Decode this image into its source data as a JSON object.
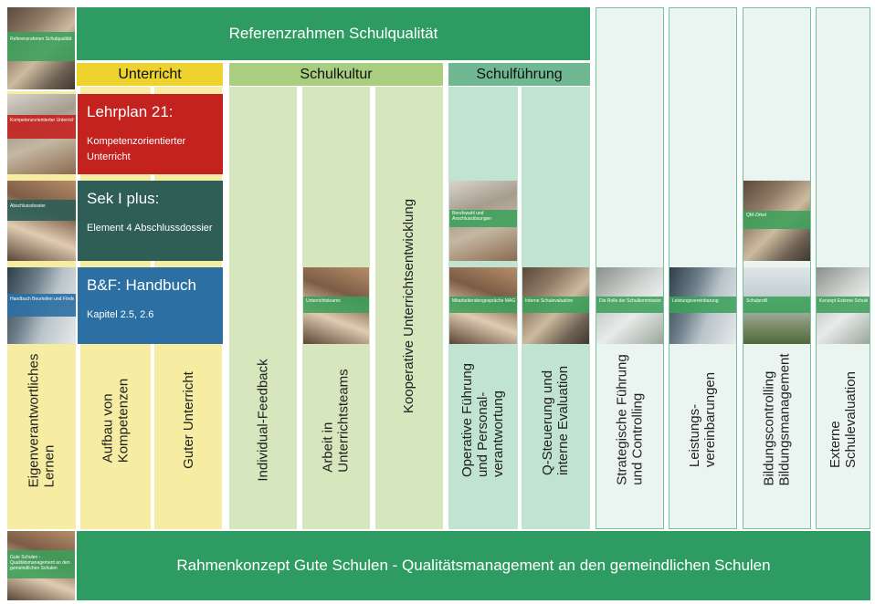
{
  "top_banner": "Referenzrahmen Schulqualität",
  "bottom_banner": "Rahmenkonzept Gute Schulen - Qualitätsmanagement an den gemeindlichen Schulen",
  "groups": {
    "unterricht": "Unterricht",
    "schulkultur": "Schulkultur",
    "schulfuehrung": "Schulführung"
  },
  "columns": [
    {
      "label": "Eigenverantwortliches\nLernen"
    },
    {
      "label": "Aufbau von\nKompetenzen"
    },
    {
      "label": "Guter Unterricht"
    },
    {
      "label": "Individual-Feedback"
    },
    {
      "label": "Arbeit in\nUnterrichtsteams"
    },
    {
      "label": "Kooperative Unterrichtsentwicklung"
    },
    {
      "label": "Operative Führung\nund Personal-\nverantwortung"
    },
    {
      "label": "Q-Steuerung und\ninterne Evaluation"
    },
    {
      "label": "Strategische Führung\nund Controlling"
    },
    {
      "label": "Leistungs-\nvereinbarungen"
    },
    {
      "label": "Bildungscontrolling\nBildungsmanagement"
    },
    {
      "label": "Externe\nSchulevaluation"
    }
  ],
  "documents": [
    {
      "title": "Lehrplan 21:",
      "subtitle": "Kompetenzorientierter Unterricht",
      "thumb_text": "Kompetenzorientierter Unterricht",
      "color": "#c4221f"
    },
    {
      "title": "Sek I plus:",
      "subtitle": "Element 4 Abschlussdossier",
      "thumb_text": "Abschlussdossier",
      "color": "#2e5e55"
    },
    {
      "title": "B&F: Handbuch",
      "subtitle": "Kapitel 2.5, 2.6",
      "thumb_text": "Handbuch Beurteilen und Fördern B&F",
      "color": "#2b6fa3"
    }
  ],
  "thumbnails": {
    "top_left": "Referenzrahmen Schulqualität",
    "bottom_left": "Gute Schulen - Qualitätsmanagement an den gemeindlichen Schulen",
    "unterrichtsteams": "Unterrichtsteams",
    "berufswahl": "Berufswahl und Anschlusslösungen",
    "mitarbeitende": "Mitarbeitendengespräche MAG",
    "interne_eval": "Interne Schulevaluation",
    "rolle_schulkommission": "Die Rolle der Schulkommission",
    "leistungsvereinbarung": "Leistungsvereinbarung",
    "schulprofil": "Schulprofil",
    "qm_zirkel": "QM-Zirkel",
    "externe_eval": "Konzept Externe Schulevaluation"
  },
  "colors": {
    "banner": "#2e9c62",
    "unterricht": "#eed22d",
    "schulkultur": "#a9ce80",
    "schulfuehrung": "#6fb892"
  }
}
